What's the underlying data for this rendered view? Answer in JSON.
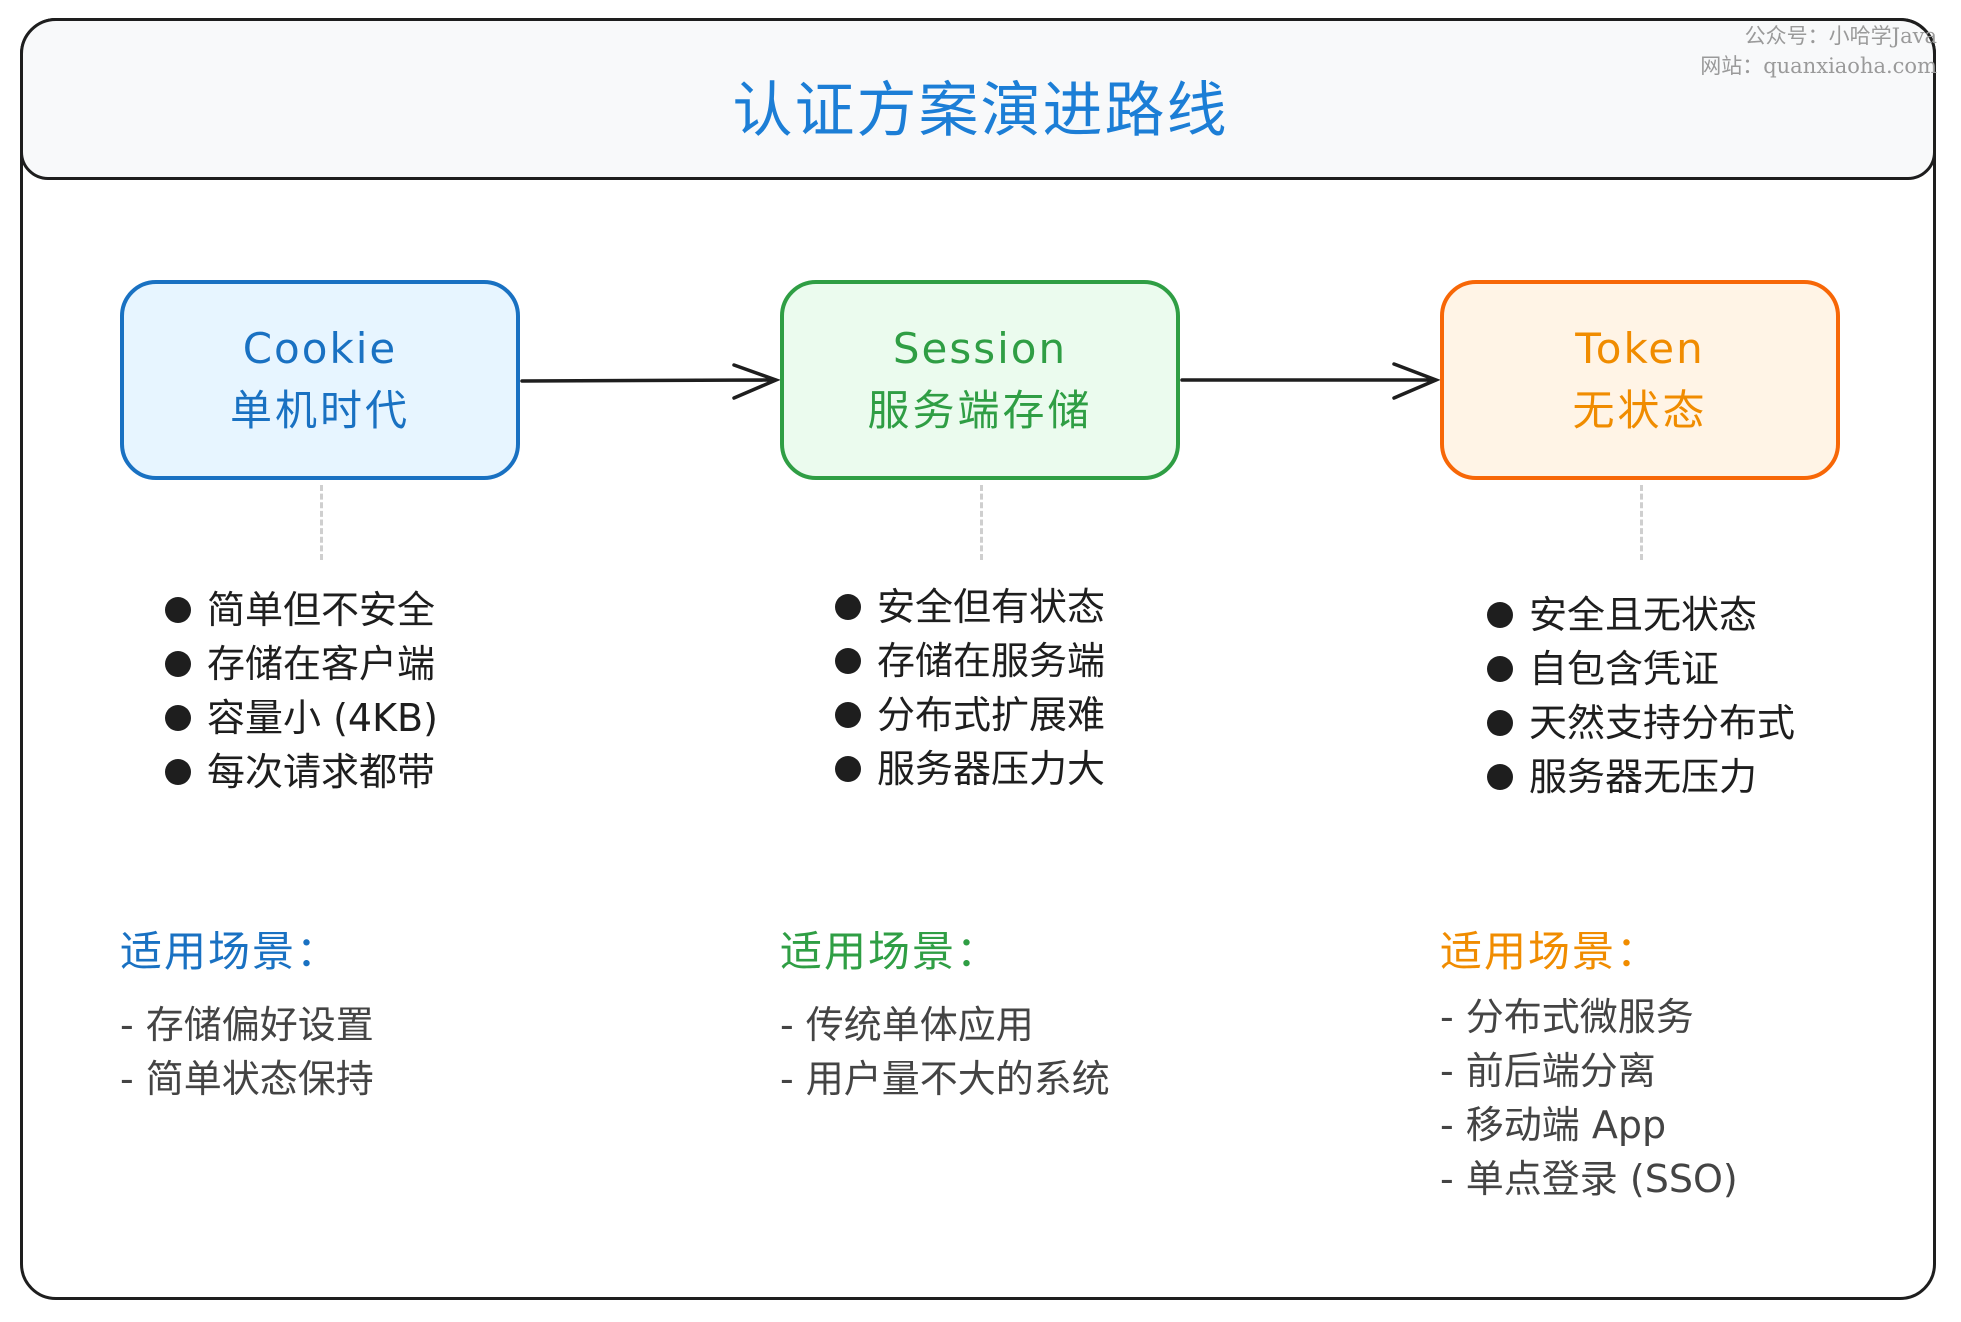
{
  "title": "认证方案演进路线",
  "watermark": {
    "line1": "公众号：小哈学Java",
    "line2": "网站：quanxiaoha.com"
  },
  "colors": {
    "cookie": "#1971c2",
    "session": "#2f9e44",
    "token": "#f08c00",
    "title": "#1c7ed6"
  },
  "stages": [
    {
      "name": "Cookie",
      "subtitle": "单机时代",
      "features": [
        "简单但不安全",
        "存储在客户端",
        "容量小 (4KB)",
        "每次请求都带"
      ],
      "scenario_label": "适用场景：",
      "scenarios": [
        "- 存储偏好设置",
        "- 简单状态保持"
      ]
    },
    {
      "name": "Session",
      "subtitle": "服务端存储",
      "features": [
        "安全但有状态",
        "存储在服务端",
        "分布式扩展难",
        "服务器压力大"
      ],
      "scenario_label": "适用场景：",
      "scenarios": [
        "- 传统单体应用",
        "- 用户量不大的系统"
      ]
    },
    {
      "name": "Token",
      "subtitle": "无状态",
      "features": [
        "安全且无状态",
        "自包含凭证",
        "天然支持分布式",
        "服务器无压力"
      ],
      "scenario_label": "适用场景：",
      "scenarios": [
        "- 分布式微服务",
        "- 前后端分离",
        "- 移动端 App",
        "- 单点登录 (SSO)"
      ]
    }
  ]
}
